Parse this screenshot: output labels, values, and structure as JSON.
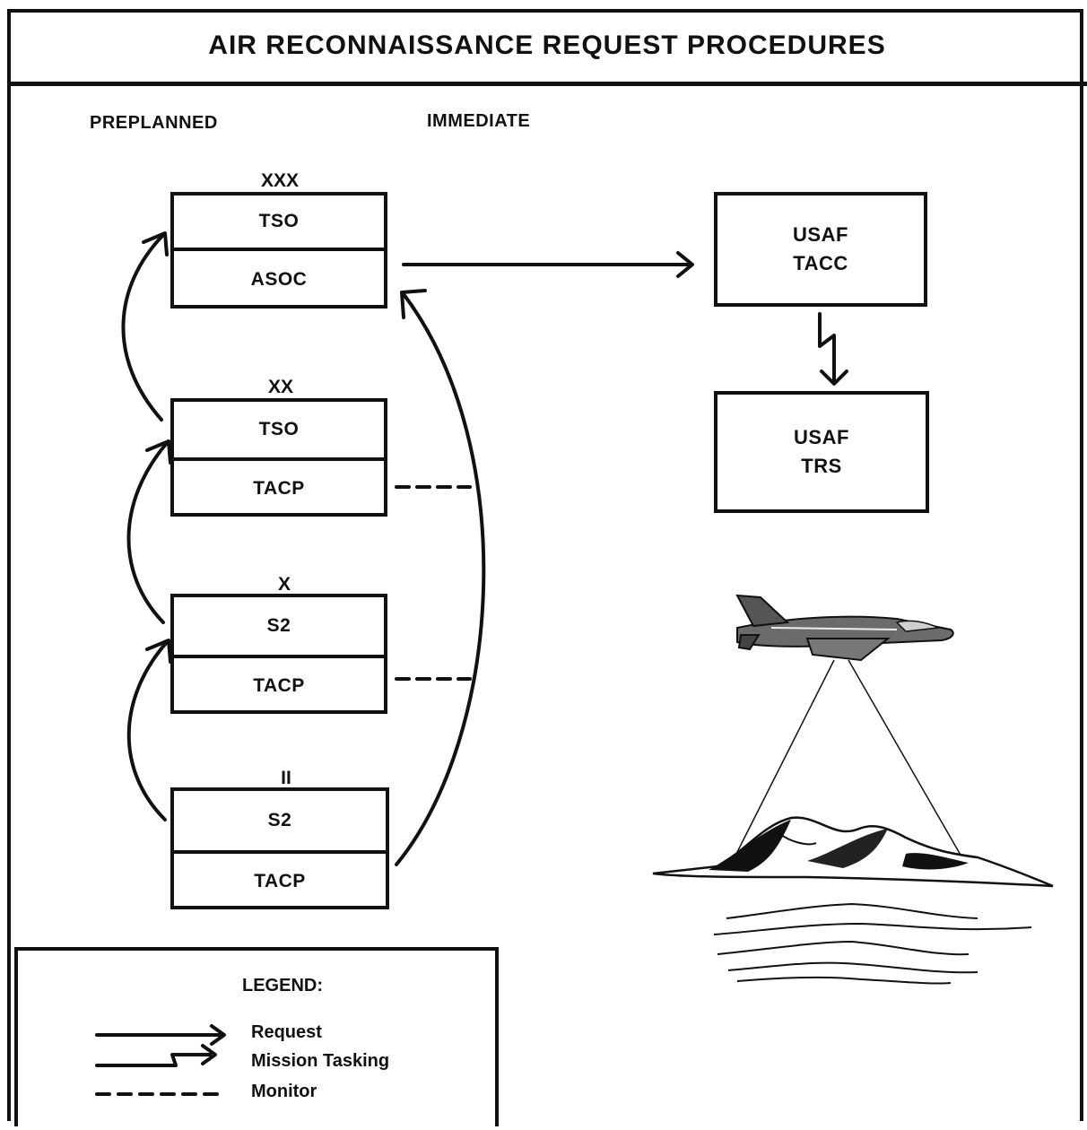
{
  "title": "AIR RECONNAISSANCE REQUEST PROCEDURES",
  "headers": {
    "preplanned": "PREPLANNED",
    "immediate": "IMMEDIATE"
  },
  "echelons": [
    {
      "symbol": "XXX",
      "top": "TSO",
      "bottom": "ASOC"
    },
    {
      "symbol": "XX",
      "top": "TSO",
      "bottom": "TACP"
    },
    {
      "symbol": "X",
      "top": "S2",
      "bottom": "TACP"
    },
    {
      "symbol": "II",
      "top": "S2",
      "bottom": "TACP"
    }
  ],
  "right_nodes": [
    {
      "line1": "USAF",
      "line2": "TACC"
    },
    {
      "line1": "USAF",
      "line2": "TRS"
    }
  ],
  "legend": {
    "title": "LEGEND:",
    "items": [
      {
        "label": "Request"
      },
      {
        "label": "Mission Tasking"
      },
      {
        "label": "Monitor"
      }
    ]
  },
  "illustration": {
    "icon": "recon-jet-over-terrain-illustration"
  }
}
